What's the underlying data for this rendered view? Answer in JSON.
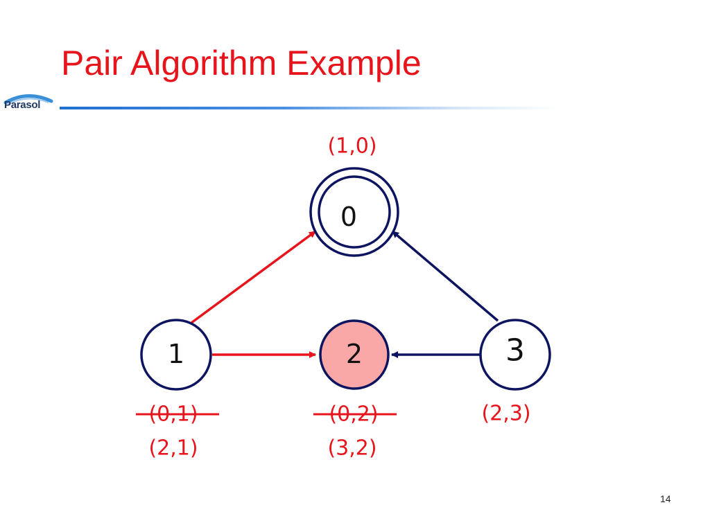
{
  "slide": {
    "title": "Pair Algorithm Example",
    "logo_text": "Parasol",
    "page_number": "14"
  },
  "diagram": {
    "nodes": [
      {
        "id": "0",
        "label": "0",
        "style": "double-circle",
        "fill": "#ffffff"
      },
      {
        "id": "1",
        "label": "1",
        "style": "circle",
        "fill": "#ffffff"
      },
      {
        "id": "2",
        "label": "2",
        "style": "circle",
        "fill": "#f9a7a7"
      },
      {
        "id": "3",
        "label": "3",
        "style": "circle",
        "fill": "#ffffff"
      }
    ],
    "edges": [
      {
        "from": "1",
        "to": "0",
        "color": "#e8141c"
      },
      {
        "from": "1",
        "to": "2",
        "color": "#e8141c"
      },
      {
        "from": "3",
        "to": "0",
        "color": "#0d1460"
      },
      {
        "from": "3",
        "to": "2",
        "color": "#0d1460"
      }
    ],
    "pairs": {
      "node0": [
        "(1,0)"
      ],
      "node1_struck": "(0,1)",
      "node1": "(2,1)",
      "node2_struck": "(0,2)",
      "node2": "(3,2)",
      "node3": "(2,3)"
    },
    "colors": {
      "red": "#e8141c",
      "navy": "#0d1460",
      "highlight": "#f9a7a7"
    }
  }
}
